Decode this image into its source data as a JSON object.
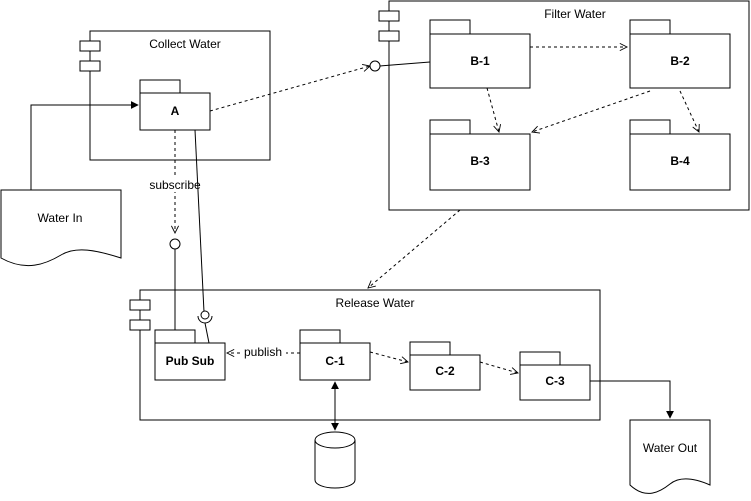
{
  "components": {
    "collect": {
      "title": "Collect Water",
      "packages": [
        "A"
      ]
    },
    "filter": {
      "title": "Filter Water",
      "packages": [
        "B-1",
        "B-2",
        "B-3",
        "B-4"
      ]
    },
    "release": {
      "title": "Release Water",
      "packages": [
        "Pub Sub",
        "C-1",
        "C-2",
        "C-3"
      ]
    }
  },
  "documents": {
    "water_in": "Water In",
    "water_out": "Water Out"
  },
  "edge_labels": {
    "subscribe": "subscribe",
    "publish": "publish"
  }
}
